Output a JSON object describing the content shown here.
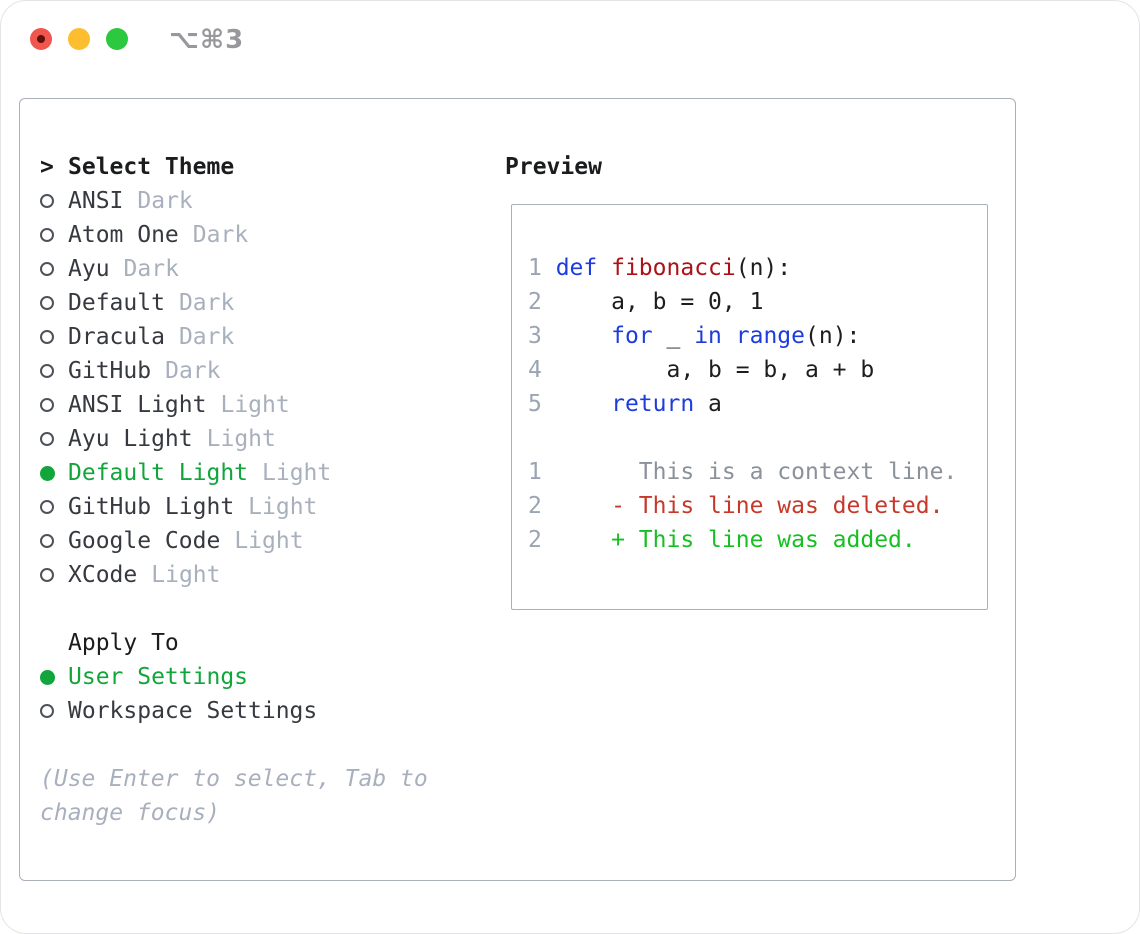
{
  "window": {
    "title": "⌥⌘3",
    "traffic_lights": {
      "close": "close",
      "minimize": "minimize",
      "zoom": "zoom"
    }
  },
  "theme_picker": {
    "prompt": ">",
    "header": "Select Theme",
    "items": [
      {
        "name": "ANSI",
        "badge": "Dark",
        "selected": false
      },
      {
        "name": "Atom One",
        "badge": "Dark",
        "selected": false
      },
      {
        "name": "Ayu",
        "badge": "Dark",
        "selected": false
      },
      {
        "name": "Default",
        "badge": "Dark",
        "selected": false
      },
      {
        "name": "Dracula",
        "badge": "Dark",
        "selected": false
      },
      {
        "name": "GitHub",
        "badge": "Dark",
        "selected": false
      },
      {
        "name": "ANSI Light",
        "badge": "Light",
        "selected": false
      },
      {
        "name": "Ayu Light",
        "badge": "Light",
        "selected": false
      },
      {
        "name": "Default Light",
        "badge": "Light",
        "selected": true
      },
      {
        "name": "GitHub Light",
        "badge": "Light",
        "selected": false
      },
      {
        "name": "Google Code",
        "badge": "Light",
        "selected": false
      },
      {
        "name": "XCode",
        "badge": "Light",
        "selected": false
      }
    ],
    "apply_to": {
      "header": "Apply To",
      "options": [
        {
          "name": "User Settings",
          "selected": true
        },
        {
          "name": "Workspace Settings",
          "selected": false
        }
      ]
    },
    "help": "(Use Enter to select, Tab to change focus)"
  },
  "preview": {
    "header": "Preview",
    "lines": [
      {
        "num": "1",
        "tokens": [
          {
            "t": "def",
            "c": "kw"
          },
          {
            "t": " ",
            "c": "pl"
          },
          {
            "t": "fibonacci",
            "c": "fn"
          },
          {
            "t": "(n):",
            "c": "pl"
          }
        ]
      },
      {
        "num": "2",
        "tokens": [
          {
            "t": "    a, b = 0, 1",
            "c": "pl"
          }
        ]
      },
      {
        "num": "3",
        "tokens": [
          {
            "t": "    ",
            "c": "pl"
          },
          {
            "t": "for",
            "c": "kw"
          },
          {
            "t": " _ ",
            "c": "pl"
          },
          {
            "t": "in",
            "c": "kw"
          },
          {
            "t": " ",
            "c": "pl"
          },
          {
            "t": "range",
            "c": "kw"
          },
          {
            "t": "(n):",
            "c": "pl"
          }
        ]
      },
      {
        "num": "4",
        "tokens": [
          {
            "t": "        a, b = b, a + b",
            "c": "pl"
          }
        ]
      },
      {
        "num": "5",
        "tokens": [
          {
            "t": "    ",
            "c": "pl"
          },
          {
            "t": "return",
            "c": "kw"
          },
          {
            "t": " a",
            "c": "pl"
          }
        ]
      },
      {
        "num": "",
        "tokens": []
      },
      {
        "num": "1",
        "tokens": [
          {
            "t": "      This is a context line.",
            "c": "ctx"
          }
        ]
      },
      {
        "num": "2",
        "tokens": [
          {
            "t": "    - This line was deleted.",
            "c": "del"
          }
        ]
      },
      {
        "num": "2",
        "tokens": [
          {
            "t": "    + This line was added.",
            "c": "add"
          }
        ]
      }
    ]
  },
  "colors": {
    "accent-green": "#12a53c",
    "keyword-blue": "#1d3cdd",
    "function-red": "#ad1015",
    "diff-deleted": "#c6392a",
    "diff-added": "#17c022",
    "muted-gray": "#a8b0bd",
    "ink": "#1b1c1e",
    "item-gray": "#36393f",
    "line-number": "#9aa4b2",
    "context-gray": "#8b919b",
    "panel-border": "#a9b0ba",
    "traffic-red": "#f0554e",
    "traffic-yellow": "#fcbd2f",
    "traffic-green": "#2cc840",
    "title-gray": "#97979c"
  }
}
